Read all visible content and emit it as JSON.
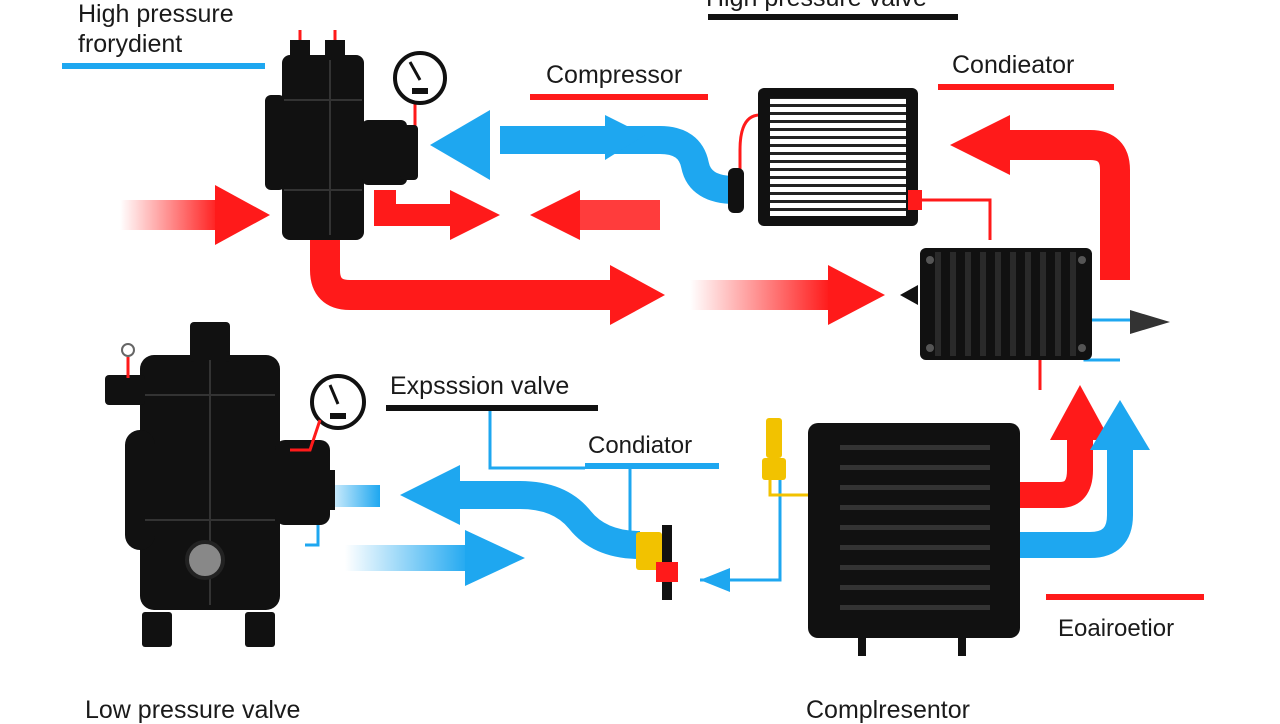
{
  "labels": {
    "top_left_line1": "High pressure",
    "top_left_line2": "frorydient",
    "top_center": "High pressure valve",
    "compressor_top": "Compressor",
    "condenser_top": "Condieator",
    "expansion_valve": "Expsssion valve",
    "condenser_mid": "Condiator",
    "evaporator": "Eoairoetior",
    "bottom_left": "Low pressure valve",
    "bottom_center": "Complresentor"
  },
  "colors": {
    "high_pressure_line": "#ff1a1a",
    "low_pressure_line": "#1ea7f0",
    "component_body": "#111111",
    "valve_yellow": "#f2c200",
    "label_text": "#1a1a1a"
  },
  "icons": {
    "compressor": "compressor-unit-icon",
    "gauge": "pressure-gauge-icon",
    "condenser": "condenser-coil-icon",
    "expansion": "expansion-valve-icon",
    "evaporator": "evaporator-coil-icon"
  }
}
